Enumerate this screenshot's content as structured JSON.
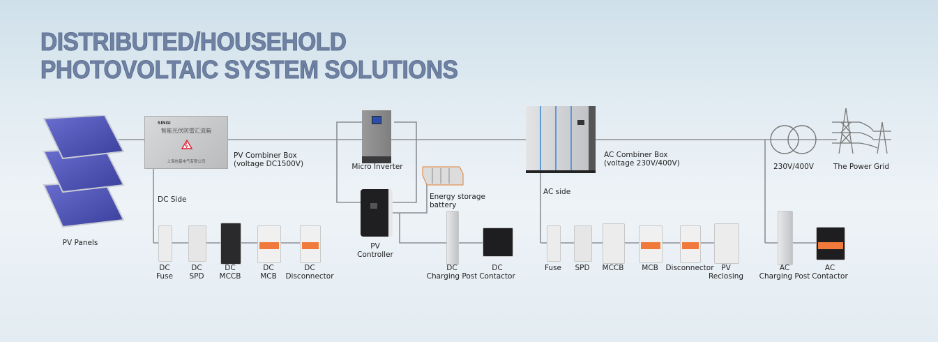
{
  "title": {
    "line1": "DISTRIBUTED/HOUSEHOLD",
    "line2": "PHOTOVOLTAIC SYSTEM SOLUTIONS"
  },
  "colors": {
    "title": "#6f82a3",
    "wire": "#8a8f94",
    "panel_blue": "#4a4fb0",
    "breaker_orange": "#f07a3c"
  },
  "nodes": {
    "pv_panels": "PV Panels",
    "pv_combiner": {
      "line1": "PV Combiner Box",
      "line2": "(voltage DC1500V)",
      "brand": "SINGI",
      "chinese_label": "智能光伏防雷汇流箱",
      "company": "上海信基电气有限公司"
    },
    "dc_side": "DC Side",
    "micro_inverter": "Micro Inverter",
    "energy_storage": {
      "line1": "Energy storage",
      "line2": "battery"
    },
    "pv_controller": {
      "line1": "PV",
      "line2": "Controller"
    },
    "ac_combiner": {
      "line1": "AC Combiner Box",
      "line2": "(voltage 230V/400V)"
    },
    "ac_side": "AC side",
    "transformer": "230V/400V",
    "power_grid": "The Power Grid"
  },
  "dc_components": [
    {
      "line1": "DC",
      "line2": "Fuse"
    },
    {
      "line1": "DC",
      "line2": "SPD"
    },
    {
      "line1": "DC",
      "line2": "MCCB"
    },
    {
      "line1": "DC",
      "line2": "MCB"
    },
    {
      "line1": "DC",
      "line2": "Disconnector"
    }
  ],
  "dc_charging": [
    {
      "line1": "DC",
      "line2": "Charging Post"
    },
    {
      "line1": "DC",
      "line2": "Contactor"
    }
  ],
  "ac_components": [
    {
      "line1": "Fuse",
      "line2": ""
    },
    {
      "line1": "SPD",
      "line2": ""
    },
    {
      "line1": "MCCB",
      "line2": ""
    },
    {
      "line1": "MCB",
      "line2": ""
    },
    {
      "line1": "Disconnector",
      "line2": ""
    },
    {
      "line1": "PV",
      "line2": "Reclosing"
    }
  ],
  "ac_charging": [
    {
      "line1": "AC",
      "line2": "Charging Post"
    },
    {
      "line1": "AC",
      "line2": "Contactor"
    }
  ]
}
